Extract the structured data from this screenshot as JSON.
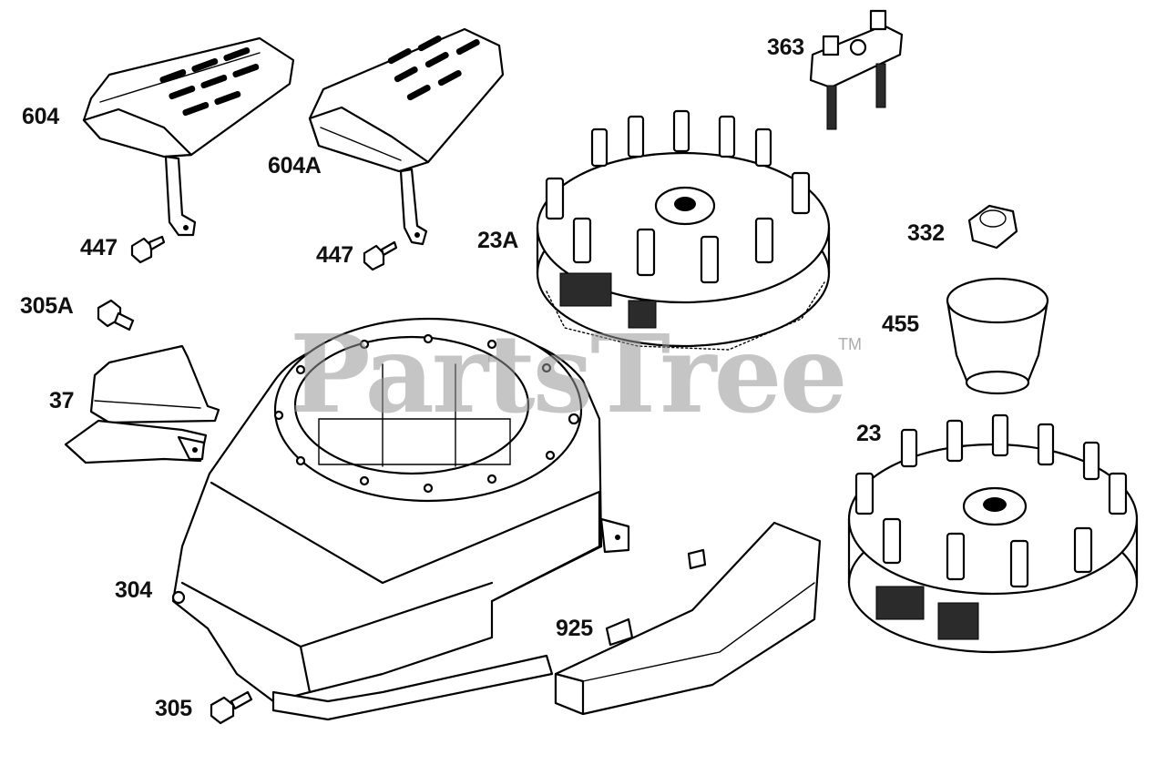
{
  "diagram": {
    "watermark": "PartsTree",
    "trademark": "TM",
    "part_labels": {
      "p604": "604",
      "p604a": "604A",
      "p447a": "447",
      "p447b": "447",
      "p305a": "305A",
      "p37": "37",
      "p304": "304",
      "p305": "305",
      "p23a": "23A",
      "p363": "363",
      "p332": "332",
      "p455": "455",
      "p23": "23",
      "p925": "925"
    }
  }
}
